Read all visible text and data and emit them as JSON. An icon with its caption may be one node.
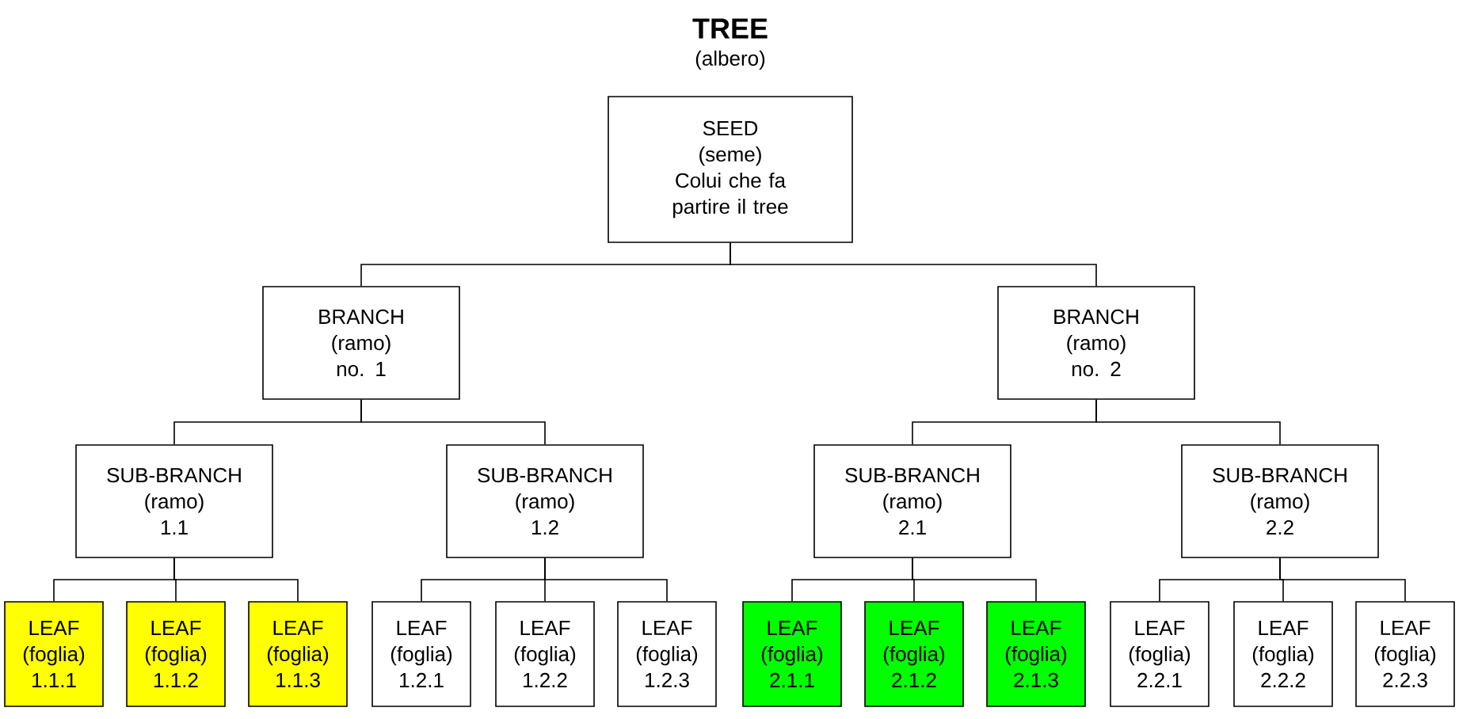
{
  "diagram": {
    "title": "TREE",
    "labels": [
      "(albero)"
    ],
    "nodes": [
      {
        "text": [
          "SEED",
          "(seme)",
          "Colui che fa partire il tree"
        ]
      },
      {
        "text": [
          "BRANCH",
          "(ramo)",
          "no. 1"
        ]
      },
      {
        "text": [
          "BRANCH",
          "(ramo)",
          "no. 2"
        ]
      },
      {
        "text": [
          "SUB-BRANCH",
          "(ramo)",
          "1.1"
        ]
      },
      {
        "text": [
          "SUB-BRANCH",
          "(ramo)",
          "1.2"
        ]
      },
      {
        "text": [
          "SUB-BRANCH",
          "(ramo)",
          "2.1"
        ]
      },
      {
        "text": [
          "SUB-BRANCH",
          "(ramo)",
          "2.2"
        ]
      },
      {
        "text": [
          "LEAF",
          "(foglia)",
          "1.1.1"
        ]
      },
      {
        "text": [
          "LEAF",
          "(foglia)",
          "1.1.2"
        ]
      },
      {
        "text": [
          "LEAF",
          "(foglia)",
          "1.1.3"
        ]
      },
      {
        "text": [
          "LEAF",
          "(foglia)",
          "1.2.1"
        ]
      },
      {
        "text": [
          "LEAF",
          "(foglia)",
          "1.2.2"
        ]
      },
      {
        "text": [
          "LEAF",
          "(foglia)",
          "1.2.3"
        ]
      },
      {
        "text": [
          "LEAF",
          "(foglia)",
          "2.1.1"
        ]
      },
      {
        "text": [
          "LEAF",
          "(foglia)",
          "2.1.2"
        ]
      },
      {
        "text": [
          "LEAF",
          "(foglia)",
          "2.1.3"
        ]
      },
      {
        "text": [
          "LEAF",
          "(foglia)",
          "2.2.1"
        ]
      },
      {
        "text": [
          "LEAF",
          "(foglia)",
          "2.2.2"
        ]
      },
      {
        "text": [
          "LEAF",
          "(foglia)",
          "2.2.3"
        ]
      }
    ],
    "edges": [
      {
        "from": 0,
        "to": 1,
        "arrow": "none"
      },
      {
        "from": 0,
        "to": 2,
        "arrow": "none"
      },
      {
        "from": 1,
        "to": 3,
        "arrow": "none"
      },
      {
        "from": 1,
        "to": 4,
        "arrow": "none"
      },
      {
        "from": 2,
        "to": 5,
        "arrow": "none"
      },
      {
        "from": 2,
        "to": 6,
        "arrow": "none"
      },
      {
        "from": 3,
        "to": 7,
        "arrow": "none"
      },
      {
        "from": 3,
        "to": 8,
        "arrow": "none"
      },
      {
        "from": 3,
        "to": 9,
        "arrow": "none"
      },
      {
        "from": 4,
        "to": 10,
        "arrow": "none"
      },
      {
        "from": 4,
        "to": 11,
        "arrow": "none"
      },
      {
        "from": 4,
        "to": 12,
        "arrow": "none"
      },
      {
        "from": 5,
        "to": 13,
        "arrow": "none"
      },
      {
        "from": 5,
        "to": 14,
        "arrow": "none"
      },
      {
        "from": 5,
        "to": 15,
        "arrow": "none"
      },
      {
        "from": 6,
        "to": 16,
        "arrow": "none"
      },
      {
        "from": 6,
        "to": 17,
        "arrow": "none"
      },
      {
        "from": 6,
        "to": 18,
        "arrow": "none"
      }
    ]
  }
}
